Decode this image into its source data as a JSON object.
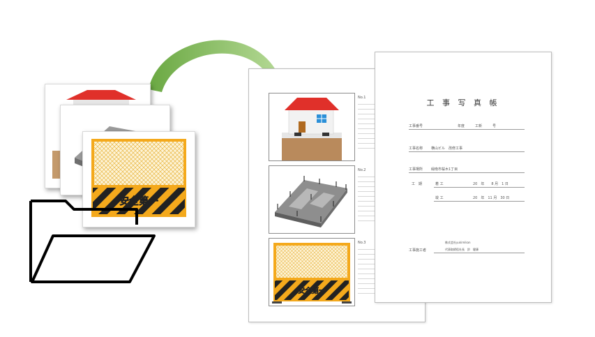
{
  "photo_sign": "安全第一",
  "album": {
    "title": "工 事 写 真 帳",
    "fields": [
      {
        "label": "工事番号",
        "value": "年度　　　工新　　　号"
      },
      {
        "label": "工事名称",
        "value": "横山ビル　改修工事"
      },
      {
        "label": "工事場所",
        "value": "緑南市桜木1丁目"
      }
    ],
    "period": {
      "label": "工　期",
      "start_label": "着 工",
      "start_value": "20　年　　8 月　1 日",
      "end_label": "竣 工",
      "end_value": "20　年　11 月　30 日"
    },
    "contractor": {
      "label": "工事施工者",
      "company": "株式会社yukimikan",
      "rep": "代表取締役社長　鈴　健康"
    }
  },
  "photo_pages": [
    "No.1",
    "No.2",
    "No.3"
  ],
  "colors": {
    "arrow": "#8cc464",
    "roof": "#e0302a",
    "fence": "#f4a91c",
    "stripe": "#222222"
  }
}
